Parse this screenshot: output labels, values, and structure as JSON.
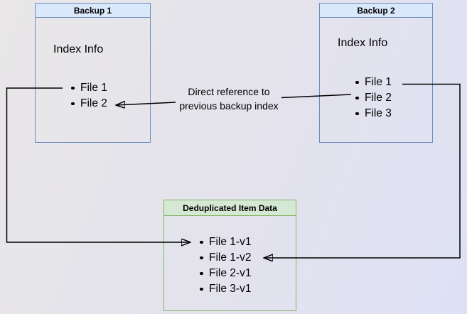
{
  "diagram": {
    "boxes": {
      "backup1": {
        "title": "Backup 1",
        "subtitle": "Index Info",
        "items": [
          "File 1",
          "File 2"
        ]
      },
      "backup2": {
        "title": "Backup 2",
        "subtitle": "Index Info",
        "items": [
          "File 1",
          "File 2",
          "File 3"
        ]
      },
      "dedup": {
        "title": "Deduplicated Item Data",
        "items": [
          "File 1-v1",
          "File 1-v2",
          "File 2-v1",
          "File 3-v1"
        ]
      }
    },
    "edge_label": {
      "line1": "Direct reference to",
      "line2": "previous backup index"
    },
    "colors": {
      "blue_box_border": "#6c8ebf",
      "blue_box_header_fill": "#dae8fc",
      "green_box_border": "#82b366",
      "green_box_header_fill": "#d5e8d4",
      "connector": "#000000",
      "background_start": "#e9e7e8",
      "background_end": "#dee1f5"
    }
  }
}
